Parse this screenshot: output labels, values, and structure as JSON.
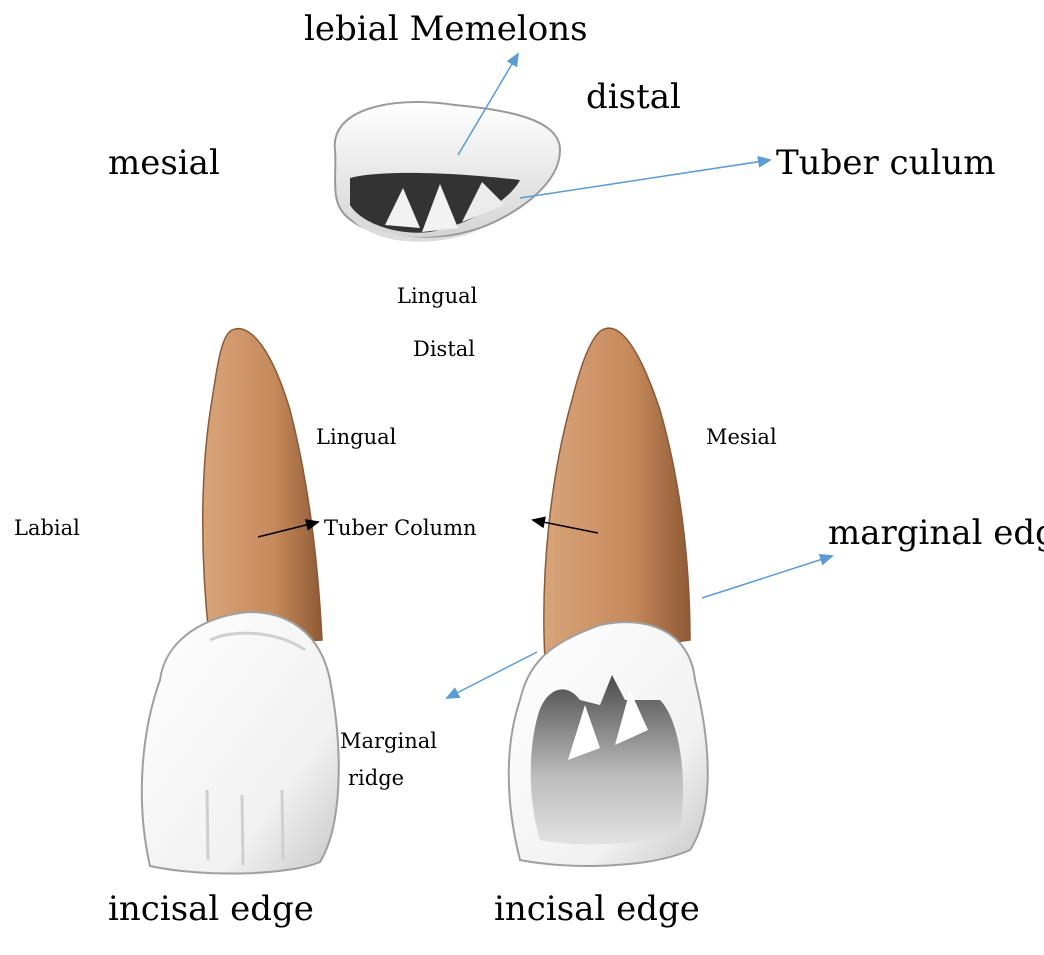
{
  "labels": {
    "top_title": "lebial Memelons",
    "distal_top": "distal",
    "mesial_top": "mesial",
    "tuber_culum": "Tuber culum",
    "lingual_top": "Lingual",
    "distal_mid": "Distal",
    "lingual_left": "Lingual",
    "mesial_right": "Mesial",
    "labial": "Labial",
    "tuber_column": "Tuber Column",
    "marginal_edge": "marginal edge",
    "marginal_ridge_line1": "Marginal",
    "marginal_ridge_line2": "ridge",
    "incisal_edge_left": "incisal edge",
    "incisal_edge_right": "incisal edge"
  },
  "colors": {
    "arrow_blue": "#5b9bd5",
    "arrow_black": "#000000",
    "root": "#c58a5c",
    "root_shadow": "#a96f45",
    "crown": "#f7f7f7",
    "crown_shadow": "#c9c9c9",
    "dark_cavity": "#3a3a3a"
  }
}
